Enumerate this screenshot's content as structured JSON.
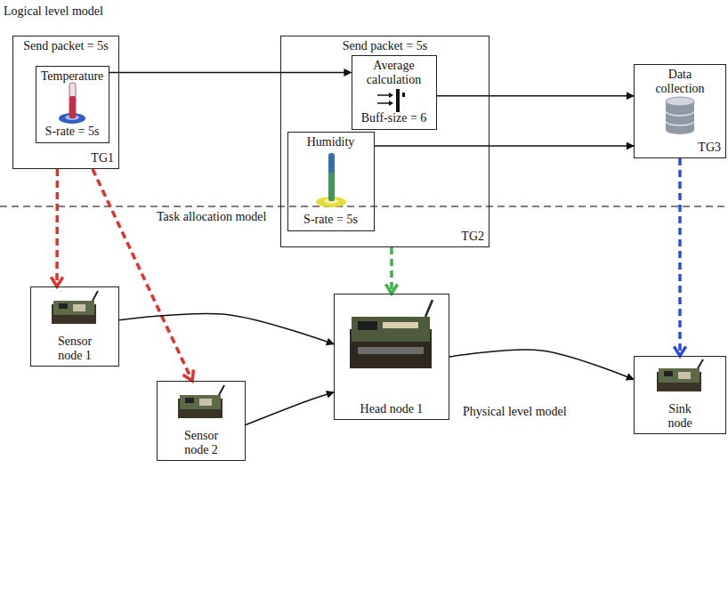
{
  "diagram": {
    "nodes": [
      {
        "text": [
          "Send packet = 5s",
          "TG1"
        ]
      },
      {
        "text": [
          "Temperature",
          "S-rate = 5s"
        ],
        "in": 0
      },
      {
        "text": [
          "Send packet = 5s",
          "TG2"
        ]
      },
      {
        "text": [
          "Average calculation",
          "Buff-size = 6"
        ],
        "in": 2
      },
      {
        "text": [
          "Humidity",
          "S-rate = 5s"
        ],
        "in": 2
      },
      {
        "text": [
          "Data collection",
          "TG3"
        ]
      },
      {
        "text": [
          "Sensor node 1"
        ]
      },
      {
        "text": [
          "Head node 1"
        ]
      },
      {
        "text": [
          "Sink node"
        ]
      },
      {
        "text": [
          "Sensor node 2"
        ]
      }
    ],
    "edges": [
      {
        "from": 1,
        "to": 3,
        "arrow": "to"
      },
      {
        "from": 3,
        "to": 5,
        "arrow": "to"
      },
      {
        "from": 4,
        "to": 5,
        "arrow": "to"
      },
      {
        "from": 0,
        "to": 6,
        "arrow": "to"
      },
      {
        "from": 0,
        "to": 9,
        "arrow": "to"
      },
      {
        "from": 2,
        "to": 7,
        "arrow": "to"
      },
      {
        "from": 5,
        "to": 8,
        "arrow": "to"
      },
      {
        "from": 6,
        "to": 7,
        "arrow": "to"
      },
      {
        "from": 9,
        "to": 7,
        "arrow": "to"
      },
      {
        "from": 7,
        "to": 8,
        "arrow": "to"
      }
    ],
    "labels": [
      "Logical level model",
      "Task allocation model",
      "Physical level model"
    ]
  }
}
